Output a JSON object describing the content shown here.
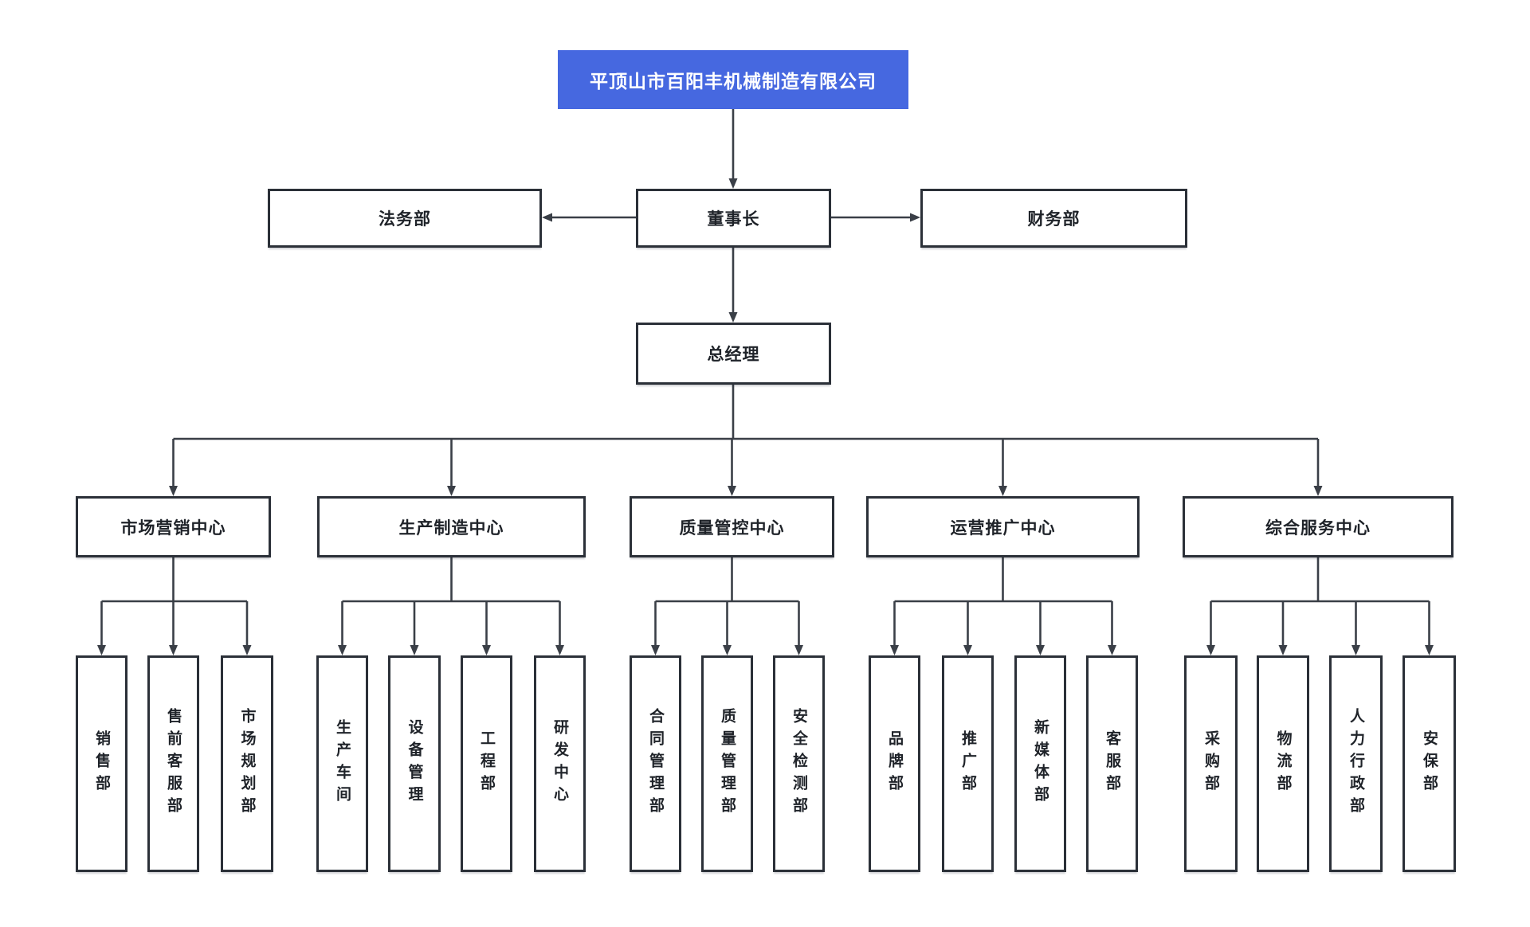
{
  "colors": {
    "root_bg": "#4668e0",
    "root_text": "#ffffff",
    "line": "#3a3f47",
    "box_border": "#2b3038",
    "text": "#1f2329"
  },
  "org": {
    "root": {
      "label": "平顶山市百阳丰机械制造有限公司"
    },
    "staff_left": {
      "label": "法务部"
    },
    "board": {
      "label": "董事长"
    },
    "staff_right": {
      "label": "财务部"
    },
    "gm": {
      "label": "总经理"
    },
    "centers": [
      {
        "label": "市场营销中心",
        "children": [
          {
            "label": "销售部"
          },
          {
            "label": "售前客服部"
          },
          {
            "label": "市场规划部"
          }
        ]
      },
      {
        "label": "生产制造中心",
        "children": [
          {
            "label": "生产车间"
          },
          {
            "label": "设备管理"
          },
          {
            "label": "工程部"
          },
          {
            "label": "研发中心"
          }
        ]
      },
      {
        "label": "质量管控中心",
        "children": [
          {
            "label": "合同管理部"
          },
          {
            "label": "质量管理部"
          },
          {
            "label": "安全检测部"
          }
        ]
      },
      {
        "label": "运营推广中心",
        "children": [
          {
            "label": "品牌部"
          },
          {
            "label": "推广部"
          },
          {
            "label": "新媒体部"
          },
          {
            "label": "客服部"
          }
        ]
      },
      {
        "label": "综合服务中心",
        "children": [
          {
            "label": "采购部"
          },
          {
            "label": "物流部"
          },
          {
            "label": "人力行政部"
          },
          {
            "label": "安保部"
          }
        ]
      }
    ]
  }
}
